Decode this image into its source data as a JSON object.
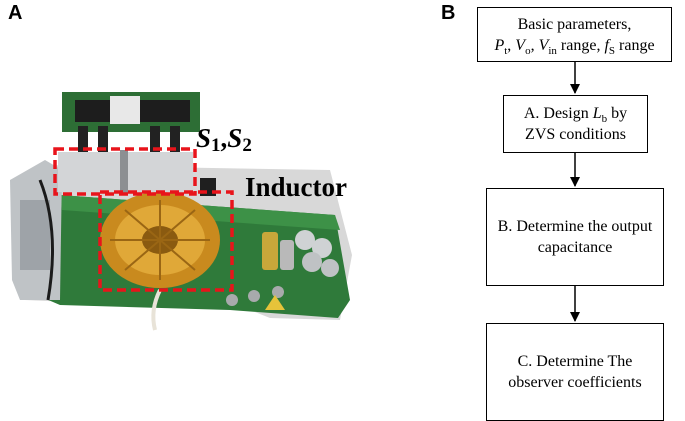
{
  "panel_a": {
    "label": "A",
    "switch_label": {
      "s": "S",
      "s1_sub": "1",
      "comma": ",",
      "s2_sub": "2"
    },
    "inductor_label": "Inductor"
  },
  "panel_b": {
    "label": "B",
    "steps": [
      {
        "line1": "Basic parameters,",
        "p": "P",
        "p_sub": "t",
        "v": "V",
        "v_sub": "o",
        "vin": "V",
        "vin_sub": "in",
        "range1": " range, ",
        "f": "f",
        "f_sub": "S",
        "range2": " range"
      },
      {
        "line1_prefix": "A. Design ",
        "l": "L",
        "l_sub": "b",
        "line1_suffix": " by",
        "line2": "ZVS conditions"
      },
      {
        "line1": "B. Determine the output",
        "line2": "capacitance"
      },
      {
        "line1": "C. Determine The",
        "line2": "observer coefficients"
      }
    ]
  },
  "colors": {
    "highlight_box": "#e8141b",
    "pcb_green": "#2f7a3a",
    "copper": "#c98a1e",
    "border": "#000000"
  }
}
